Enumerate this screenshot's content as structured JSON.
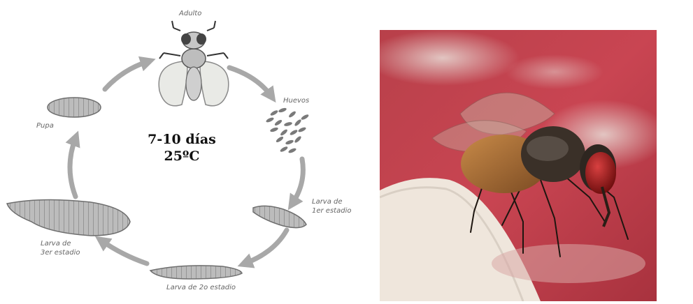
{
  "diagram": {
    "center": {
      "duration": "7-10 días",
      "temperature": "25ºC"
    },
    "stages": {
      "adult": "Adulto",
      "eggs": "Huevos",
      "larva1_line1": "Larva de",
      "larva1_line2": "1er estadio",
      "larva2": "Larva de 2o estadio",
      "larva3_line1": "Larva de",
      "larva3_line2": "3er estadio",
      "pupa": "Pupa"
    },
    "colors": {
      "arrow": "#a8a8a8",
      "body_fill": "#bcbcbc",
      "body_stroke": "#6e6e6e",
      "wing": "#e9eae6"
    }
  },
  "photo": {
    "subject": "housefly-photo",
    "colors": {
      "background_red": "#c2404c",
      "sugar": "#ece3da",
      "fly_body": "#8a5a30",
      "eye": "#a01818"
    }
  }
}
